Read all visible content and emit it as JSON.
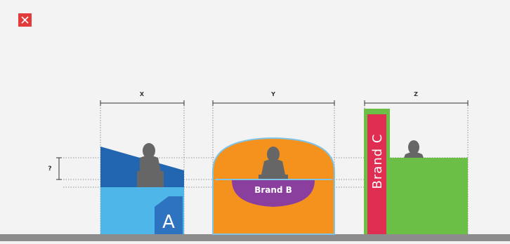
{
  "close_button": {
    "icon": "close-icon",
    "color": "#e23b3b"
  },
  "dimensions": {
    "x_label": "X",
    "y_label": "Y",
    "z_label": "Z",
    "height_question": "?"
  },
  "booths": {
    "a": {
      "label": "A",
      "counter_color": "#4fb6ea",
      "back_color": "#2266b2",
      "panel_color": "#2e73c0"
    },
    "b": {
      "label": "Brand B",
      "body_color": "#f5921e",
      "banner_color": "#8a3f9e",
      "outline_color": "#7fc3e6"
    },
    "c": {
      "label": "Brand C",
      "pillar_color": "#e02e52",
      "counter_color": "#6bbf47"
    }
  },
  "person_color": "#666666",
  "floor_color": "#8c8c8c"
}
